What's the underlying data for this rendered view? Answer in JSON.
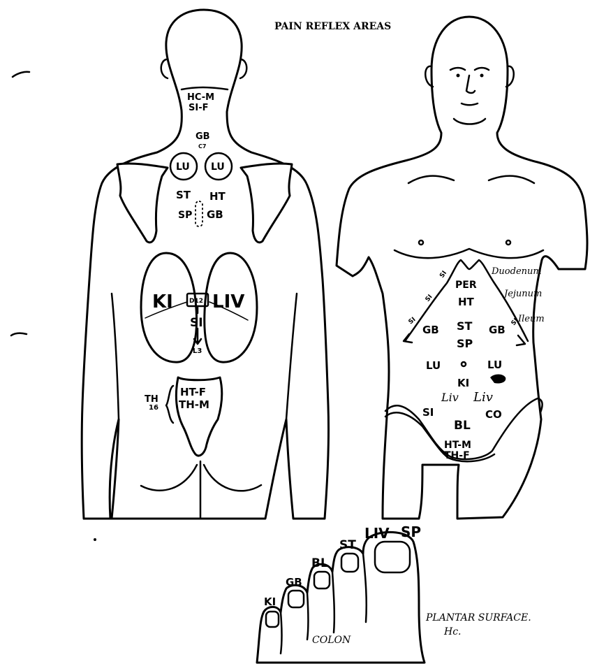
{
  "title": "PAIN REFLEX AREAS",
  "back_view": {
    "neck_labels": [
      "HC-M",
      "SI-F"
    ],
    "gb": "GB",
    "c7": "C7",
    "lungs": [
      "LU",
      "LU"
    ],
    "upper_labels": [
      "ST",
      "HT",
      "SP",
      "GB"
    ],
    "kidney": "KI",
    "liver": "LIV",
    "d12": "D12",
    "si": "SI",
    "l3": "L3",
    "sacrum_labels": [
      "HT-F",
      "TH-M"
    ],
    "th16": [
      "TH",
      "16"
    ]
  },
  "front_view": {
    "organ_labels": [
      "PER",
      "HT",
      "ST",
      "SP",
      "GB",
      "GB",
      "LU",
      "LU",
      "KI",
      "Liv",
      "Liv",
      "SI",
      "CO",
      "BL",
      "HT-M",
      "TH-F"
    ],
    "rib_labels": [
      "SI",
      "SI",
      "SI",
      "SI"
    ],
    "handwritten": [
      "Duodenum",
      "Jejunum",
      "Ileum"
    ]
  },
  "foot": {
    "toes": [
      "KI",
      "GB",
      "BL",
      "ST",
      "LIV",
      "SP"
    ],
    "colon": "COLON",
    "caption": [
      "PLANTAR SURFACE.",
      "Hc."
    ]
  }
}
